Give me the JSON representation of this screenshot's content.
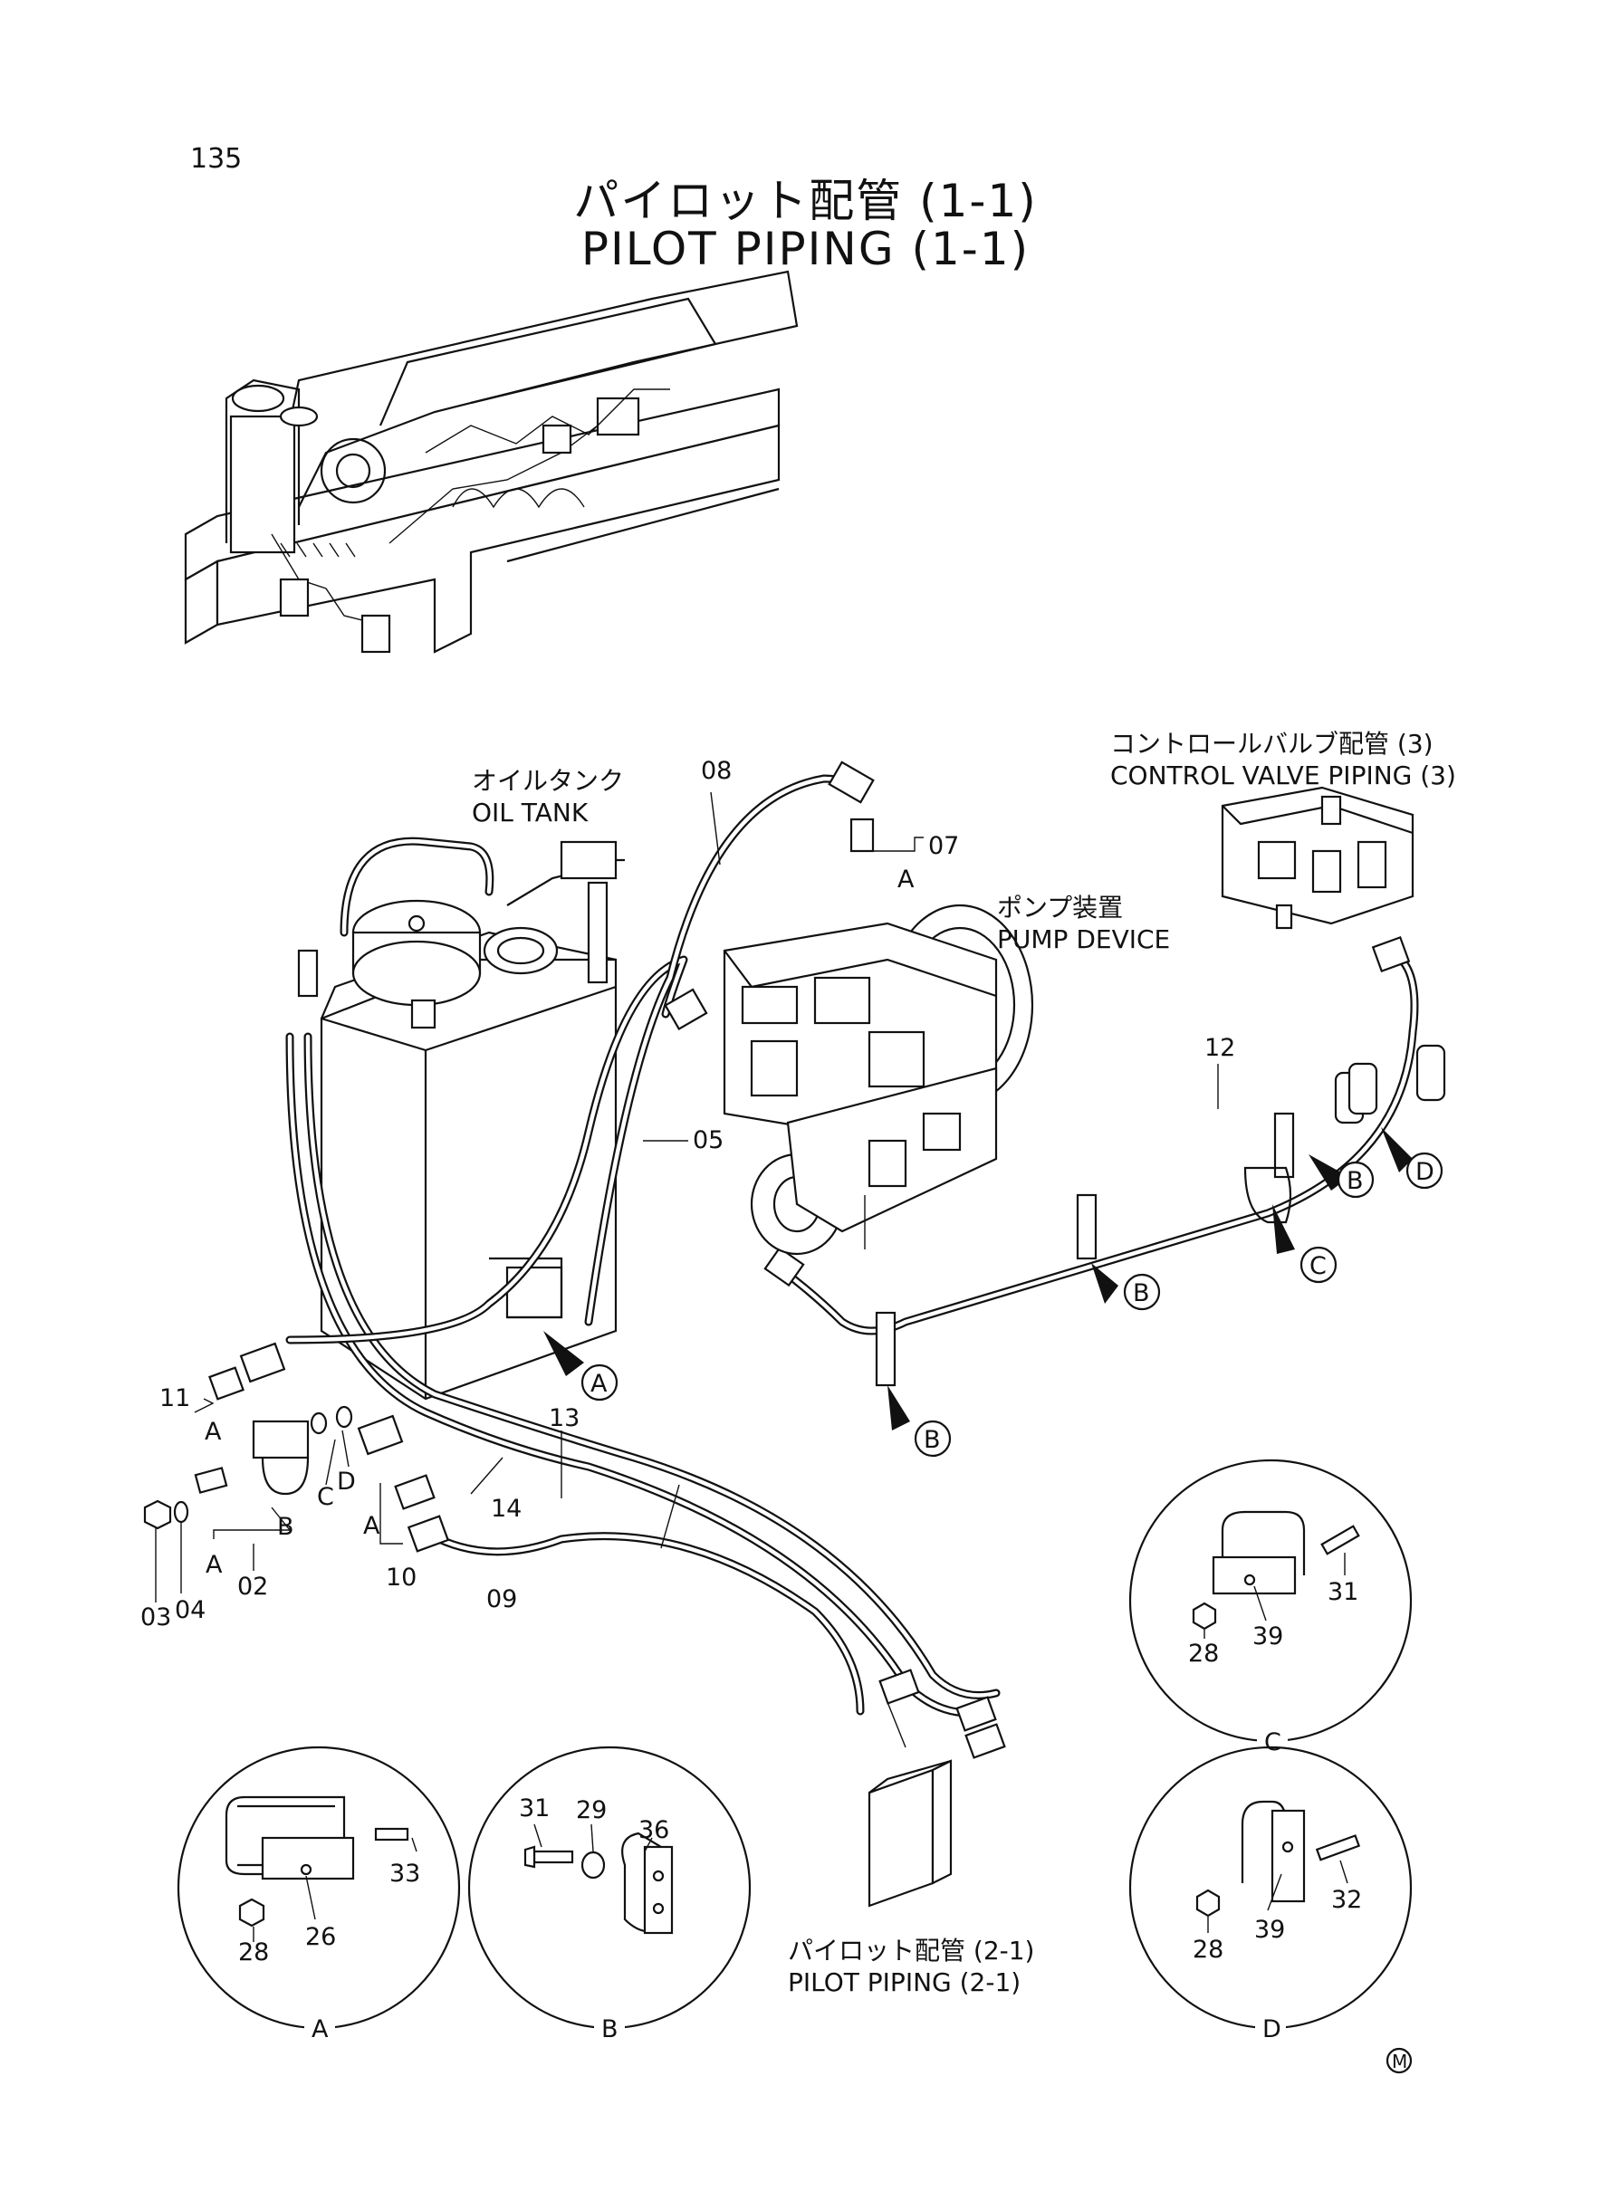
{
  "page_number": "135",
  "title_ja": "パイロット配管 (1-1)",
  "title_en": "PILOT PIPING (1-1)",
  "components": {
    "oil_tank": {
      "ja": "オイルタンク",
      "en": "OIL TANK"
    },
    "pump_device": {
      "ja": "ポンプ装置",
      "en": "PUMP DEVICE"
    },
    "control_valve_piping": {
      "ja": "コントロールバルブ配管 (3)",
      "en": "CONTROL VALVE PIPING (3)"
    },
    "pilot_piping_next": {
      "ja": "パイロット配管 (2-1)",
      "en": "PILOT PIPING (2-1)"
    }
  },
  "part_numbers": {
    "p02": "02",
    "p03": "03",
    "p04": "04",
    "p05": "05",
    "p07": "07",
    "p08": "08",
    "p09": "09",
    "p10": "10",
    "p11": "11",
    "p12": "12",
    "p13": "13",
    "p14": "14"
  },
  "clamp_refs": {
    "a": "A",
    "b": "B",
    "c": "C",
    "d": "D"
  },
  "details": {
    "A": {
      "label": "A",
      "parts": [
        "33",
        "28",
        "26"
      ]
    },
    "B": {
      "label": "B",
      "parts": [
        "31",
        "29",
        "36"
      ]
    },
    "C": {
      "label": "C",
      "parts": [
        "31",
        "39",
        "28"
      ]
    },
    "D": {
      "label": "D",
      "parts": [
        "32",
        "39",
        "28"
      ]
    }
  },
  "mark": "M"
}
